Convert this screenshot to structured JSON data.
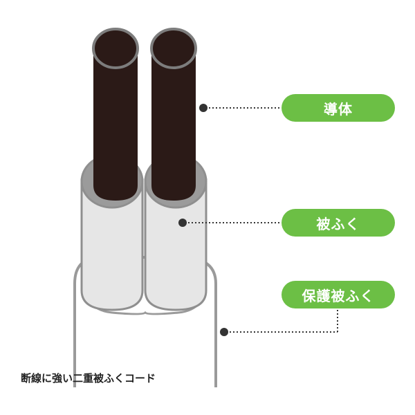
{
  "labels": {
    "conductor": "導体",
    "insulation": "被ふく",
    "sheath": "保護被ふく"
  },
  "caption": "断線に強い二重被ふくコード",
  "colors": {
    "label_bg": "#6cbf45",
    "label_text": "#ffffff",
    "conductor": "#2b1a17",
    "conductor_outline": "#7d7d7d",
    "insulation_fill": "#e6e6e6",
    "outline": "#9a9a9a",
    "sheath_fill": "#ffffff",
    "leader": "#333333"
  }
}
